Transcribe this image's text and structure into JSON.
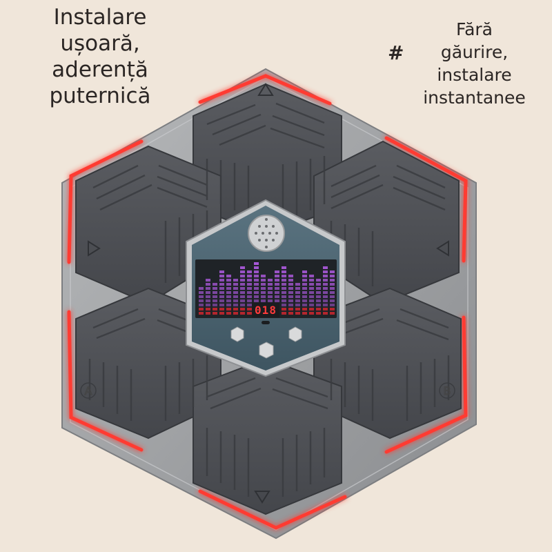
{
  "captions": {
    "left": [
      "Instalare",
      "ușoară,",
      "aderență",
      "puternică"
    ],
    "right": [
      "Fără",
      "găurire,",
      "instalare",
      "instantanee"
    ],
    "separator": "#"
  },
  "device": {
    "timer": "018",
    "pad_labels": {
      "left": "A",
      "right": "B"
    },
    "icons": [
      "speaker-grille-icon",
      "equalizer-display-icon",
      "triangle-arrow-icon"
    ],
    "colors": {
      "background": "#f0e6da",
      "frame": "#9ea0a2",
      "pad": "#4e5055",
      "glow": "#ff3b30",
      "panel": "#4d6470",
      "equalizer": "#a658d6"
    }
  }
}
